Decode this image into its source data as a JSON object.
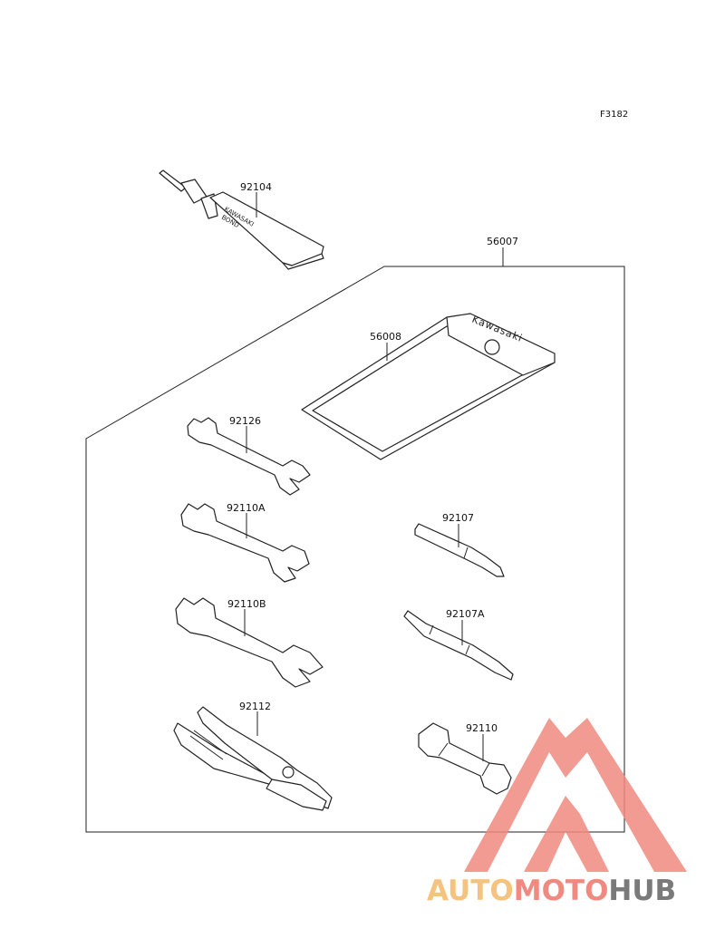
{
  "figure_code": "F3182",
  "parts": {
    "kit": "56007",
    "pouch": "56008",
    "sealant": "92104",
    "wrench_small": "92126",
    "wrench_medium": "92110A",
    "wrench_large": "92110B",
    "pliers": "92112",
    "screwdriver": "92107",
    "screwdriver_alt": "92107A",
    "box_wrench": "92110"
  },
  "product_text": {
    "tube_line1": "KAWASAKI",
    "tube_line2": "BOND",
    "pouch_brand": "Kawasaki"
  },
  "watermark": {
    "part1": "AUTO",
    "part2": "MOTO",
    "part3": "HUB",
    "color_light": "#f5c37e",
    "color_red": "#f08a80",
    "color_gray": "#7a7a7a"
  }
}
